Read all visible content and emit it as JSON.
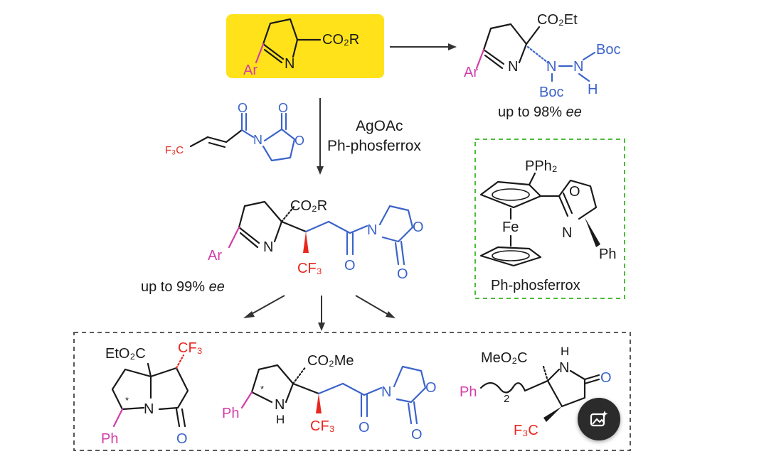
{
  "labels": {
    "co2r": "CO₂R",
    "co2et": "CO₂Et",
    "co2me": "CO₂Me",
    "eto2c": "EtO₂C",
    "meo2c": "MeO₂C",
    "ar": "Ar",
    "ph": "Ph",
    "n": "N",
    "h": "H",
    "o": "O",
    "nh_h": "H",
    "boc": "Boc",
    "cf3": "CF₃",
    "f3c": "F₃C",
    "fe": "Fe",
    "pph2": "PPh₂",
    "subscript2": "2",
    "star": "*"
  },
  "conditions": {
    "reagent1": "AgOAc",
    "reagent2": "Ph-phosferrox"
  },
  "results": {
    "ee_top": "up to 98% ee",
    "ee_main_prefix": "up to 99% ",
    "ee_main_italic": "ee",
    "ee_top_prefix": "up to 98% ",
    "ee_top_italic": "ee"
  },
  "ligand": {
    "name": "Ph-phosferrox"
  },
  "colors": {
    "highlight": "#ffe21a",
    "blue": "#3b63c9",
    "pink": "#d23da8",
    "red": "#e8271f",
    "ligand_border": "#4cbb3a"
  },
  "icons": {
    "fab": "image-sparkle-icon"
  }
}
